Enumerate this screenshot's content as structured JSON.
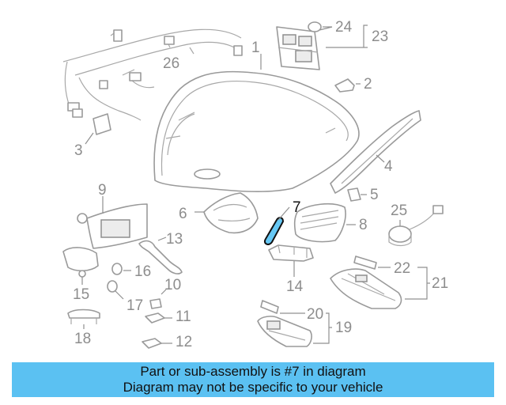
{
  "diagram": {
    "highlight_color": "#66c8f5",
    "callouts": {
      "c1": "1",
      "c2": "2",
      "c3": "3",
      "c4": "4",
      "c5": "5",
      "c6": "6",
      "c7": "7",
      "c8": "8",
      "c9": "9",
      "c10": "10",
      "c11": "11",
      "c12": "12",
      "c13": "13",
      "c14": "14",
      "c15": "15",
      "c16": "16",
      "c17": "17",
      "c18": "18",
      "c19": "19",
      "c20": "20",
      "c21": "21",
      "c22": "22",
      "c23": "23",
      "c24": "24",
      "c25": "25",
      "c26": "26"
    }
  },
  "banner": {
    "line1": "Part or sub-assembly is #7 in diagram",
    "line2": "Diagram may not be specific to your vehicle",
    "color": "#5bc1f2"
  }
}
